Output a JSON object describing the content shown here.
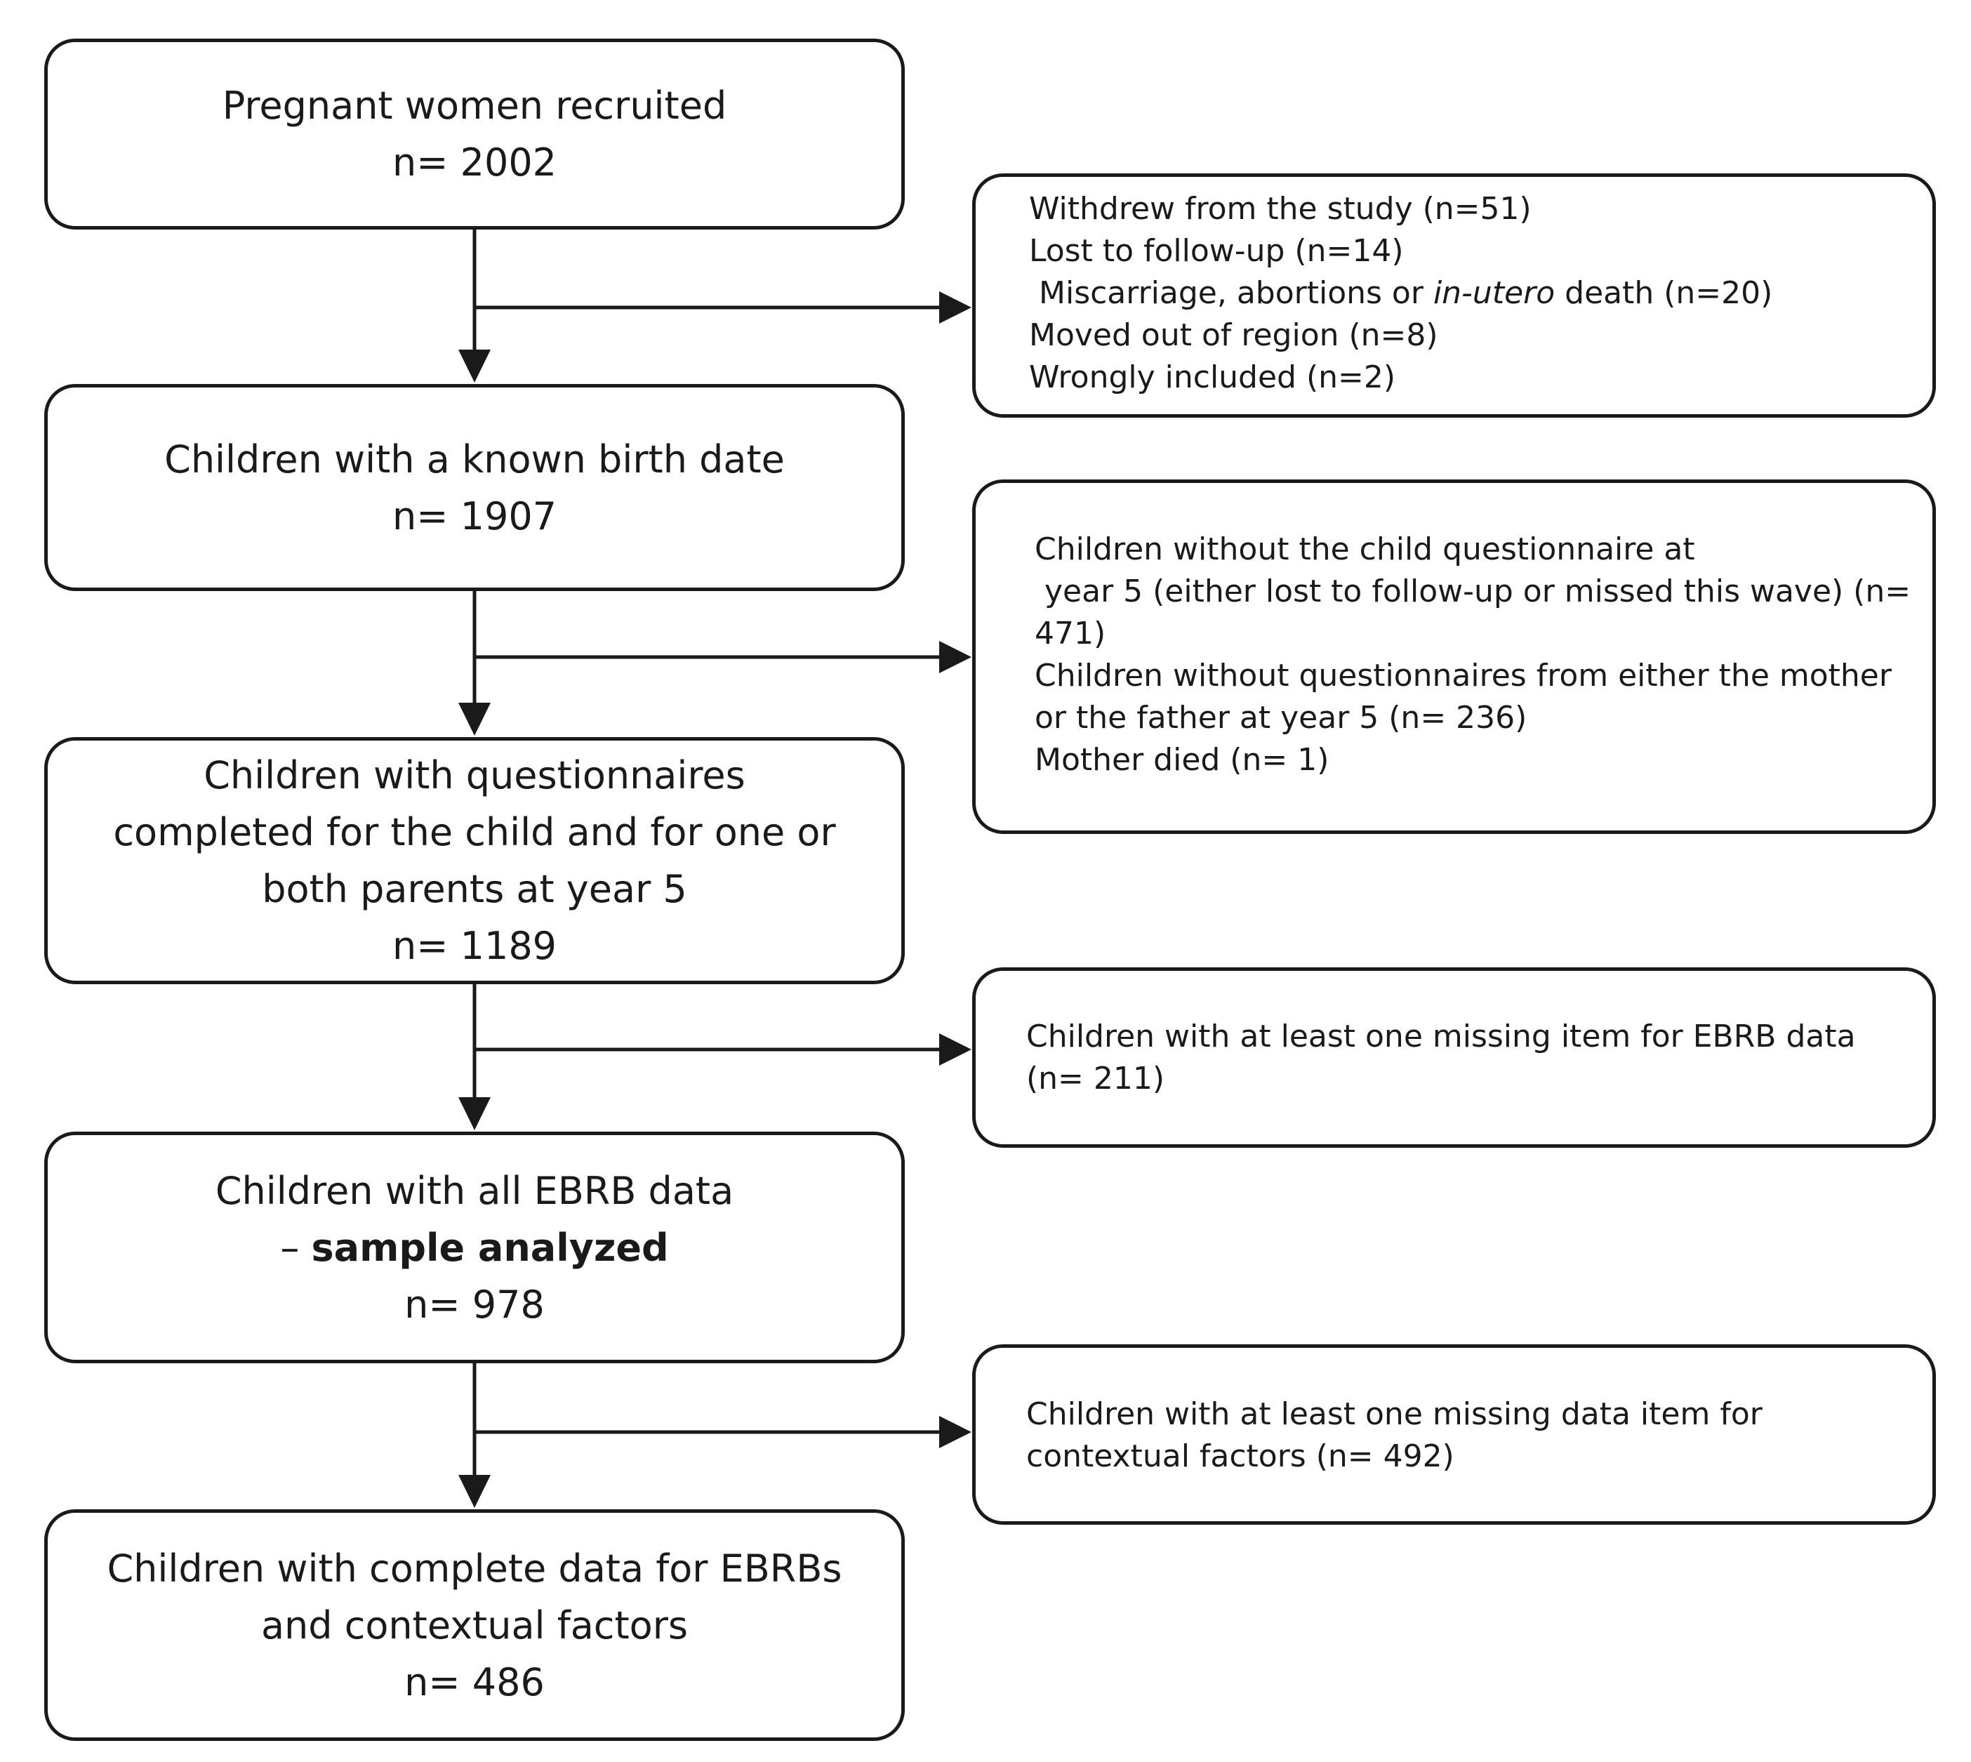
{
  "flowchart": {
    "main_boxes": [
      {
        "lines": [
          "Pregnant  women  recruited",
          "n= 2002"
        ]
      },
      {
        "lines": [
          "Children  with  a  known  birth  date",
          "n= 1907"
        ]
      },
      {
        "lines": [
          "Children  with  questionnaires",
          "completed  for  the  child  and  for  one  or",
          "both  parents  at  year  5",
          "n= 1189"
        ]
      },
      {
        "line1": "Children  with  all  EBRB  data",
        "dash": "– ",
        "bold": "sample analyzed",
        "count": "n= 978"
      },
      {
        "lines": [
          "Children  with  complete  data  for  EBRBs",
          "and  contextual  factors",
          "n= 486"
        ]
      }
    ],
    "exclusion_boxes": [
      {
        "withdrew": "Withdrew from the study (n=51)",
        "lost": "Lost to  follow-up (n=14)",
        "miscarriage_pre": "Miscarriage, abortions or ",
        "miscarriage_italic": "in-utero",
        "miscarriage_post": " death (n=20)",
        "moved": "Moved out of region (n=8)",
        "wrongly": "Wrongly included (n=2)"
      },
      {
        "lines": [
          "Children without the child questionnaire at",
          "year 5 (either lost to follow-up or missed this wave) (n=",
          "471)",
          "Children without questionnaires from either the mother",
          "or the father at year 5  (n= 236)",
          "Mother died (n= 1)"
        ]
      },
      {
        "lines": [
          "Children with at least one missing item for EBRB data",
          "(n= 211)"
        ]
      },
      {
        "lines": [
          "Children with at least one missing data item for",
          "contextual factors (n= 492)"
        ]
      }
    ]
  }
}
